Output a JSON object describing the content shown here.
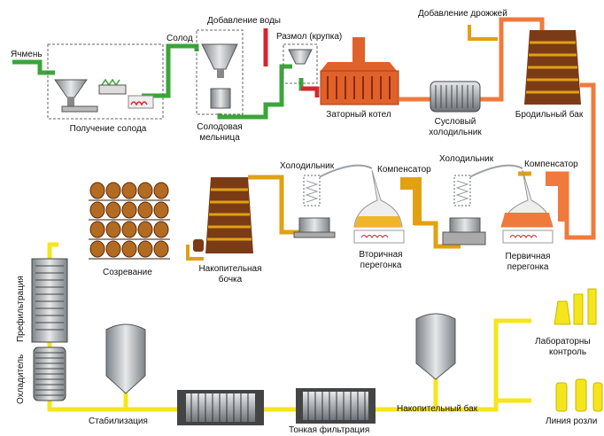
{
  "labels": {
    "barley": "Ячмень",
    "malt_prep": "Получение солода",
    "malt": "Солод",
    "water": "Добавление воды",
    "mill_1": "Солодовая",
    "mill_2": "мельница",
    "grind": "Размол (крупка)",
    "mash": "Заторный котел",
    "wort_1": "Сусловый",
    "wort_2": "холодильник",
    "yeast": "Добавление дрожжей",
    "ferment": "Бродильный бак",
    "maturation": "Созревание",
    "cask_1": "Накопительная",
    "cask_2": "бочка",
    "cooler_a": "Холодильник",
    "comp_a": "Компенсатор",
    "sec_1": "Вторичная",
    "sec_2": "перегонка",
    "cooler_b": "Холодильник",
    "comp_b": "Компенсатор",
    "pri_1": "Первичная",
    "pri_2": "перегонка",
    "prefilter": "Префильтрация",
    "chiller": "Охладитель",
    "stabilization": "Стабилизация",
    "fine_filter": "Тонкая фильтрация",
    "storage_tank": "Накопительный бак",
    "lab_1": "Лабораторны",
    "lab_2": "контроль",
    "bottling": "Линия розли"
  },
  "colors": {
    "green": "#3aa53a",
    "red": "#d8262e",
    "orange": "#f07a3c",
    "gold": "#e2a012",
    "yellow": "#f5e51c",
    "brown": "#7a3b16",
    "copper": "#e0612a",
    "steel": "#9aa0a6"
  }
}
